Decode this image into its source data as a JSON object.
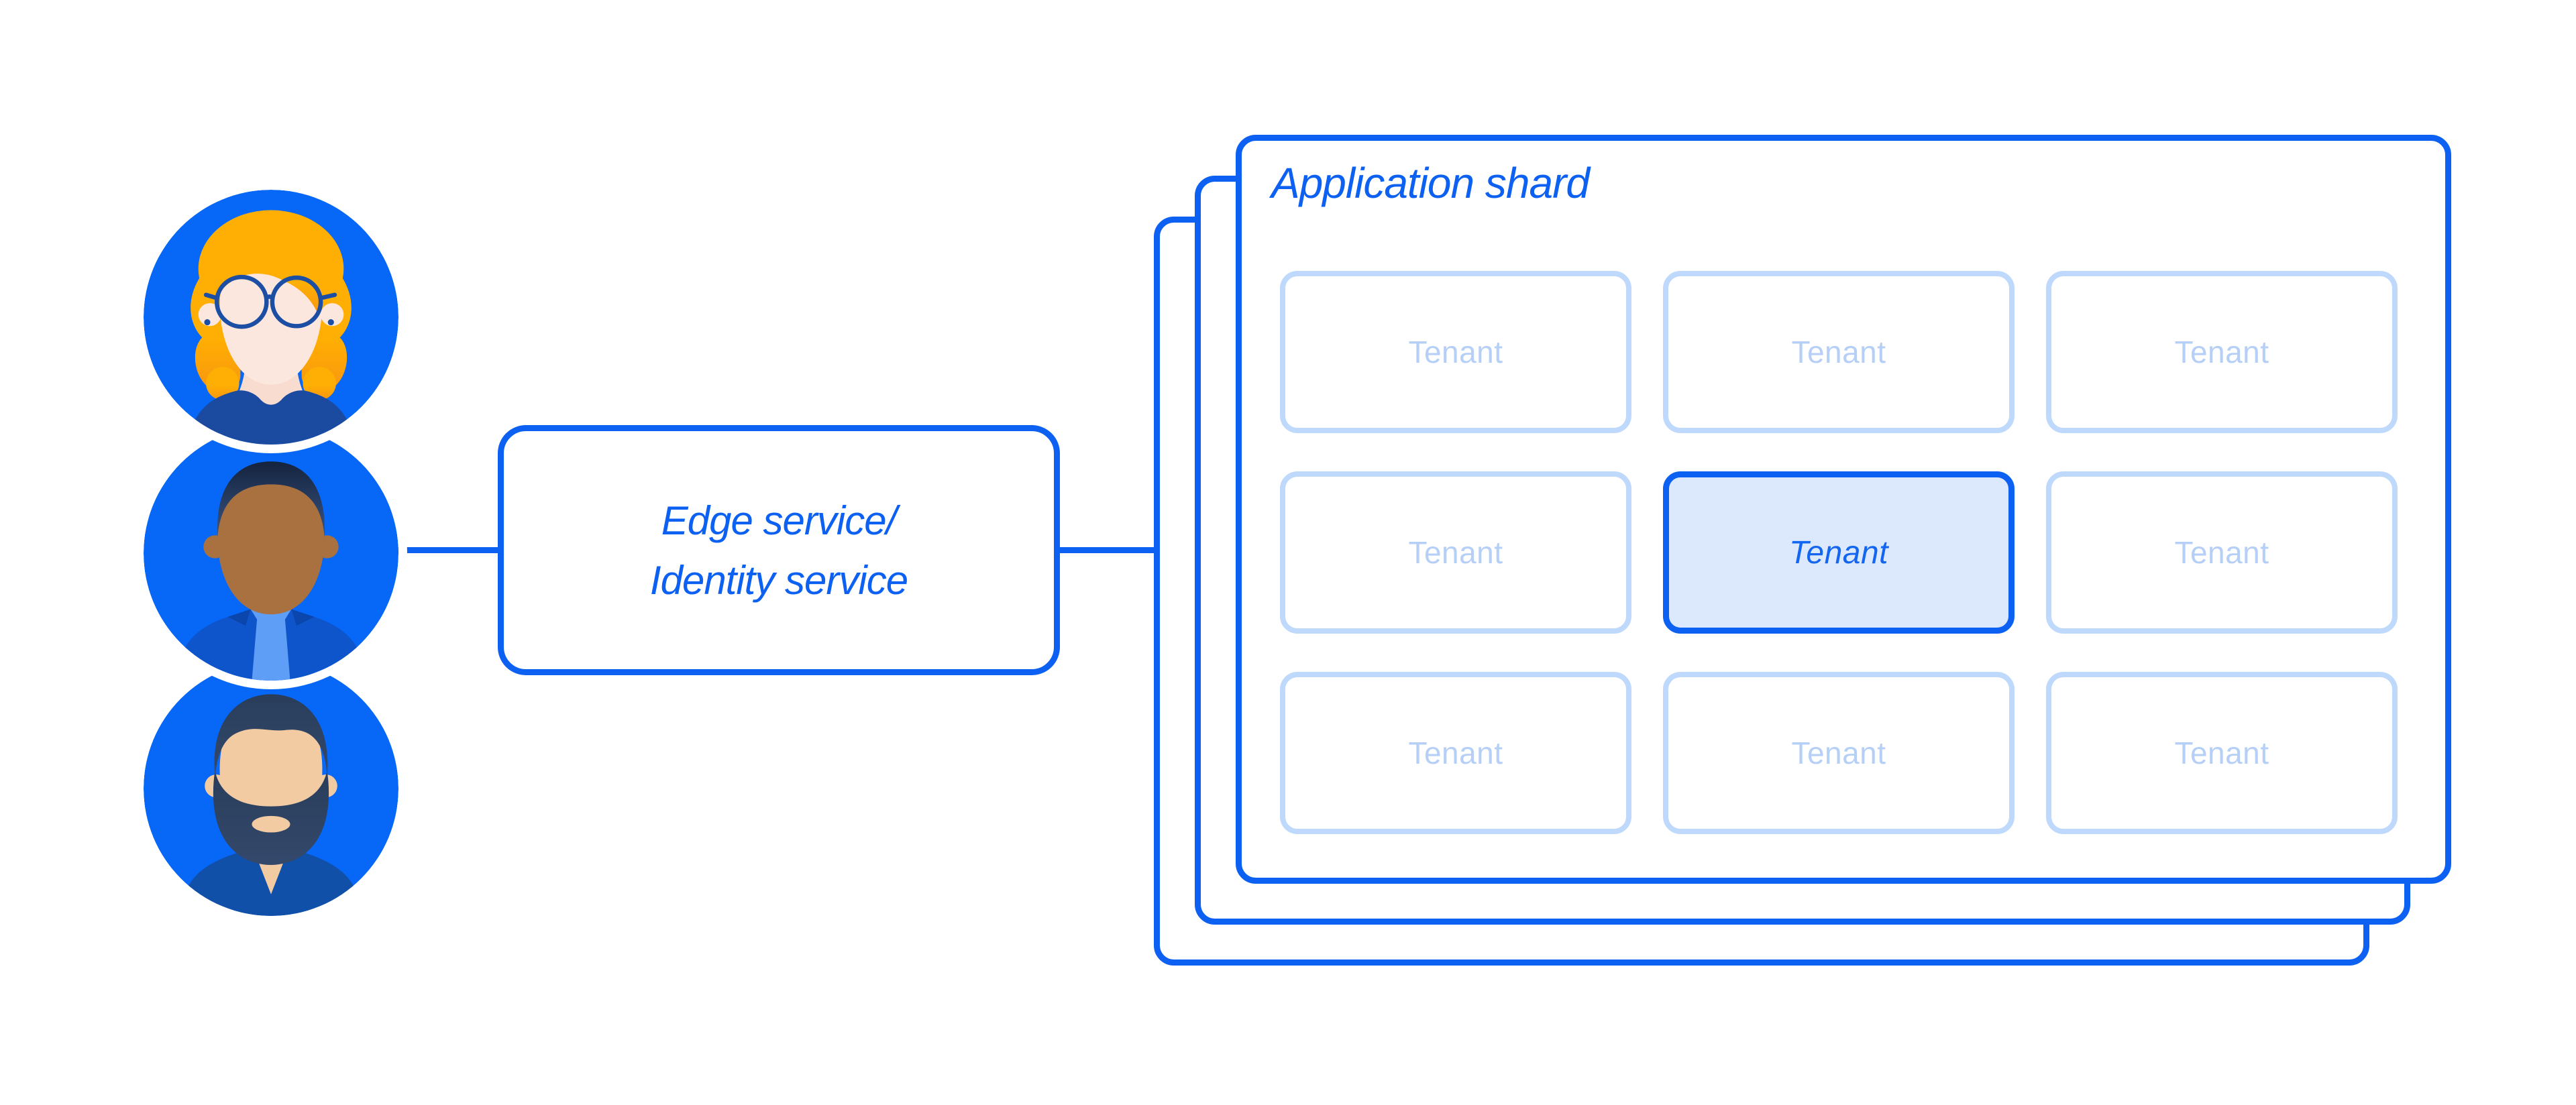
{
  "users": [
    {
      "icon": "user-avatar-woman-glasses-icon"
    },
    {
      "icon": "user-avatar-man-icon"
    },
    {
      "icon": "user-avatar-man-beard-icon"
    }
  ],
  "edge_box": {
    "line1": "Edge service/",
    "line2": "Identity service"
  },
  "shard": {
    "title": "Application shard",
    "stacked_panels": 3,
    "tenants": [
      {
        "label": "Tenant",
        "highlighted": false
      },
      {
        "label": "Tenant",
        "highlighted": false
      },
      {
        "label": "Tenant",
        "highlighted": false
      },
      {
        "label": "Tenant",
        "highlighted": false
      },
      {
        "label": "Tenant",
        "highlighted": true
      },
      {
        "label": "Tenant",
        "highlighted": false
      },
      {
        "label": "Tenant",
        "highlighted": false
      },
      {
        "label": "Tenant",
        "highlighted": false
      },
      {
        "label": "Tenant",
        "highlighted": false
      }
    ]
  },
  "colors": {
    "accent": "#0C60F2",
    "avatar_bg": "#0767F7",
    "light_border": "#BED9FB",
    "light_text": "#B5CFF7",
    "highlight_fill": "#DCE9FC",
    "highlight_text": "#1465F0",
    "background": "#FFFFFF",
    "hair_orange": "#FFA905",
    "skin_light": "#FCE7DE",
    "skin_brown": "#A9713F",
    "skin_tan": "#F2CBA2",
    "navy": "#1C4FA4",
    "jacket_blue": "#0E55CC",
    "scarf_blue": "#5E9EF6",
    "dark_hair": "#1D2E4C",
    "beard_navy": "#2E4563",
    "shirt_navy": "#1B4BA0",
    "shirt_blue": "#1150A8"
  }
}
